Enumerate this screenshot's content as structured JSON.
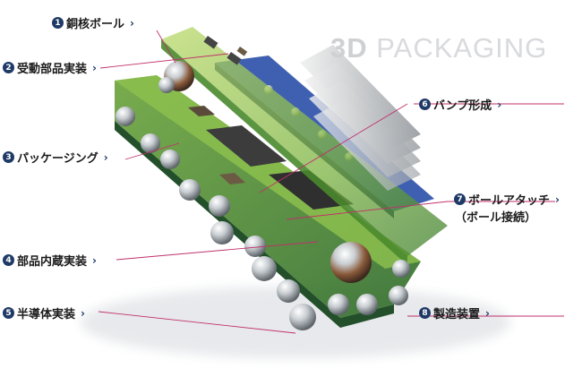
{
  "watermark": {
    "bold": "3D",
    "rest": "PACKAGING"
  },
  "labels": [
    {
      "num": "1",
      "text": "銅核ボール",
      "chev": "›"
    },
    {
      "num": "2",
      "text": "受動部品実装",
      "chev": "›"
    },
    {
      "num": "3",
      "text": "パッケージング",
      "chev": "›"
    },
    {
      "num": "4",
      "text": "部品内蔵実装",
      "chev": "›"
    },
    {
      "num": "5",
      "text": "半導体実装",
      "chev": "›"
    },
    {
      "num": "6",
      "text": "バンプ形成",
      "chev": "›"
    },
    {
      "num": "7",
      "text": "ボールアタッチ",
      "chev": "›",
      "sub": "（ボール接続）"
    },
    {
      "num": "8",
      "text": "製造装置",
      "chev": "›"
    }
  ],
  "colors": {
    "accent": "#1f3a66",
    "board": "#7cb342",
    "board_dark": "#2e6b2a",
    "chip": "#2b2b2b",
    "ball": "#cfd3d6",
    "heatsink": "#d8d8d8",
    "interposer": "#2a4fa8"
  }
}
